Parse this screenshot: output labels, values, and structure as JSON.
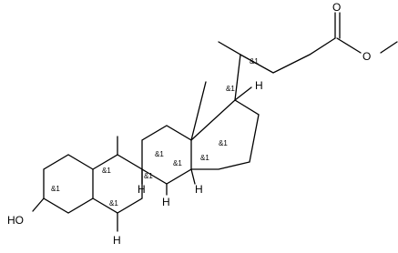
{
  "molecule": {
    "atom_labels": {
      "carbonyl_oxygen": "O",
      "ester_oxygen": "O",
      "hydroxyl": "HO",
      "h_5": "H",
      "h_8": "H",
      "h_9": "H",
      "h_14": "H",
      "h_17": "H"
    },
    "stereo_marker": "&1",
    "stereo_marker_count": 10
  }
}
